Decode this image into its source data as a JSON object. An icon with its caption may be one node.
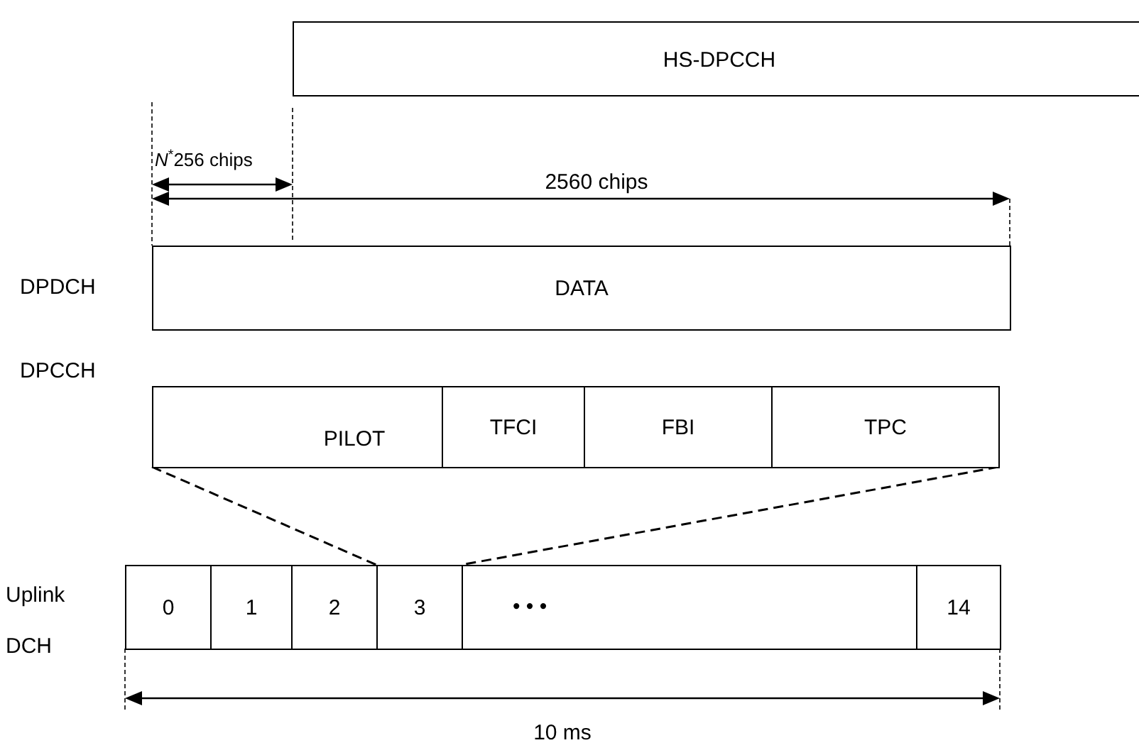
{
  "diagram": {
    "nodes": [
      {
        "text": [
          "HS-DPCCH"
        ]
      },
      {
        "text": [
          "DATA"
        ]
      },
      {
        "text": [
          "PILOT"
        ]
      },
      {
        "text": [
          "TFCI"
        ]
      },
      {
        "text": [
          "FBI"
        ]
      },
      {
        "text": [
          "TPC"
        ]
      },
      {
        "text": [
          "0"
        ]
      },
      {
        "text": [
          "1"
        ]
      },
      {
        "text": [
          "2"
        ]
      },
      {
        "text": [
          "3"
        ]
      },
      {
        "text": [
          "• • •"
        ]
      },
      {
        "text": [
          "14"
        ]
      }
    ],
    "edges": [
      {
        "from": 2,
        "to": 9,
        "arrow": "none",
        "style": "dashed"
      },
      {
        "from": 5,
        "to": 9,
        "arrow": "none",
        "style": "dashed"
      }
    ],
    "labels": [
      "*N*$^{*}$256 chips",
      "2560 chips",
      "DPDCH",
      "DPCCH",
      "Uplink DCH",
      "10 ms"
    ]
  }
}
